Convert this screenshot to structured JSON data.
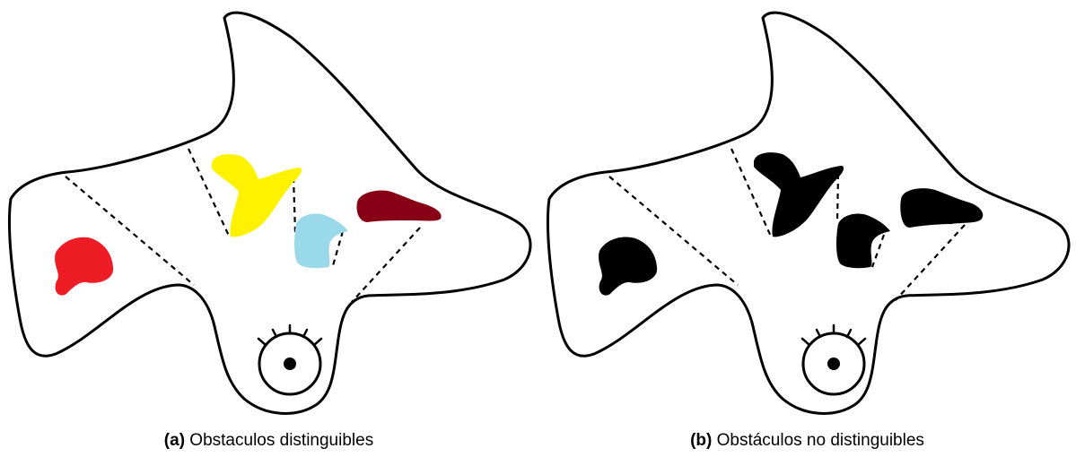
{
  "figure": {
    "panels": [
      {
        "id": "a",
        "caption_label": "(a)",
        "caption_text": " Obstaculos distinguibles",
        "obstacles": [
          {
            "name": "red",
            "color": "#ee1c25"
          },
          {
            "name": "yellow",
            "color": "#fff200"
          },
          {
            "name": "light-blue",
            "color": "#99d9ea"
          },
          {
            "name": "dark-red",
            "color": "#880015"
          }
        ]
      },
      {
        "id": "b",
        "caption_label": "(b)",
        "caption_text": " Obstáculos no distinguibles",
        "obstacles": [
          {
            "name": "red",
            "color": "#000000"
          },
          {
            "name": "yellow",
            "color": "#000000"
          },
          {
            "name": "light-blue",
            "color": "#000000"
          },
          {
            "name": "dark-red",
            "color": "#000000"
          }
        ]
      }
    ],
    "colors": {
      "outline": "#000000",
      "background": "#ffffff"
    }
  }
}
